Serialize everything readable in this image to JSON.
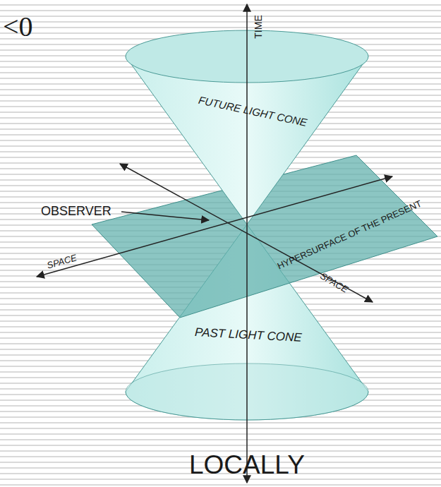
{
  "diagram": {
    "labels": [
      "<0",
      "TIME",
      "FUTURE LIGHT CONE",
      "OBSERVER",
      "SPACE",
      "HYPERSURFACE OF THE PRESENT",
      "SPACE",
      "PAST LIGHT CONE",
      "LOCALLY"
    ]
  }
}
